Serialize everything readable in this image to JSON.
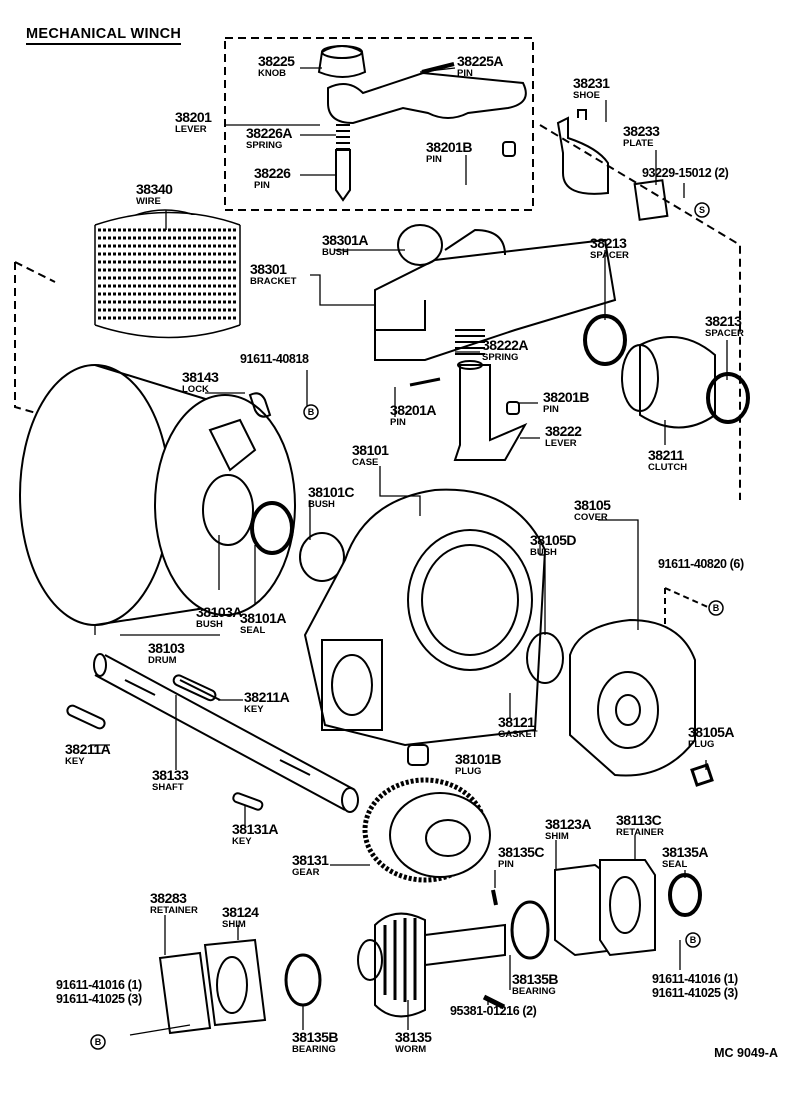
{
  "title": "MECHANICAL WINCH",
  "diagram_ref": "MC 9049-A",
  "labels": [
    {
      "number": "38225",
      "name": "KNOB"
    },
    {
      "number": "38225A",
      "name": "PIN"
    },
    {
      "number": "38201",
      "name": "LEVER"
    },
    {
      "number": "38226A",
      "name": "SPRING"
    },
    {
      "number": "38201B",
      "name": "PIN"
    },
    {
      "number": "38226",
      "name": "PIN"
    },
    {
      "number": "38231",
      "name": "SHOE"
    },
    {
      "number": "38233",
      "name": "PLATE"
    },
    {
      "number": "38340",
      "name": "WIRE"
    },
    {
      "number": "38301A",
      "name": "BUSH"
    },
    {
      "number": "38301",
      "name": "BRACKET"
    },
    {
      "number": "38213",
      "name": "SPACER"
    },
    {
      "number": "38213",
      "name": "SPACER"
    },
    {
      "number": "38143",
      "name": "LOCK"
    },
    {
      "number": "38222A",
      "name": "SPRING"
    },
    {
      "number": "38201B",
      "name": "PIN"
    },
    {
      "number": "38201A",
      "name": "PIN"
    },
    {
      "number": "38222",
      "name": "LEVER"
    },
    {
      "number": "38101",
      "name": "CASE"
    },
    {
      "number": "38211",
      "name": "CLUTCH"
    },
    {
      "number": "38105",
      "name": "COVER"
    },
    {
      "number": "38101C",
      "name": "BUSH"
    },
    {
      "number": "38105D",
      "name": "BUSH"
    },
    {
      "number": "38103A",
      "name": "BUSH"
    },
    {
      "number": "38101A",
      "name": "SEAL"
    },
    {
      "number": "38103",
      "name": "DRUM"
    },
    {
      "number": "38211A",
      "name": "KEY"
    },
    {
      "number": "38121",
      "name": "GASKET"
    },
    {
      "number": "38105A",
      "name": "PLUG"
    },
    {
      "number": "38211A",
      "name": "KEY"
    },
    {
      "number": "38101B",
      "name": "PLUG"
    },
    {
      "number": "38133",
      "name": "SHAFT"
    },
    {
      "number": "38131A",
      "name": "KEY"
    },
    {
      "number": "38123A",
      "name": "SHIM"
    },
    {
      "number": "38113C",
      "name": "RETAINER"
    },
    {
      "number": "38135C",
      "name": "PIN"
    },
    {
      "number": "38135A",
      "name": "SEAL"
    },
    {
      "number": "38131",
      "name": "GEAR"
    },
    {
      "number": "38283",
      "name": "RETAINER"
    },
    {
      "number": "38124",
      "name": "SHIM"
    },
    {
      "number": "38135B",
      "name": "BEARING"
    },
    {
      "number": "38135B",
      "name": "BEARING"
    },
    {
      "number": "38135",
      "name": "WORM"
    }
  ],
  "codes": [
    "93229-15012 (2)",
    "91611-40818",
    "91611-40820 (6)",
    "91611-41016 (1)",
    "91611-41025 (3)",
    "91611-41016 (1)",
    "91611-41025 (3)",
    "95381-01216 (2)"
  ],
  "markers": {
    "b": "B",
    "s": "S"
  }
}
